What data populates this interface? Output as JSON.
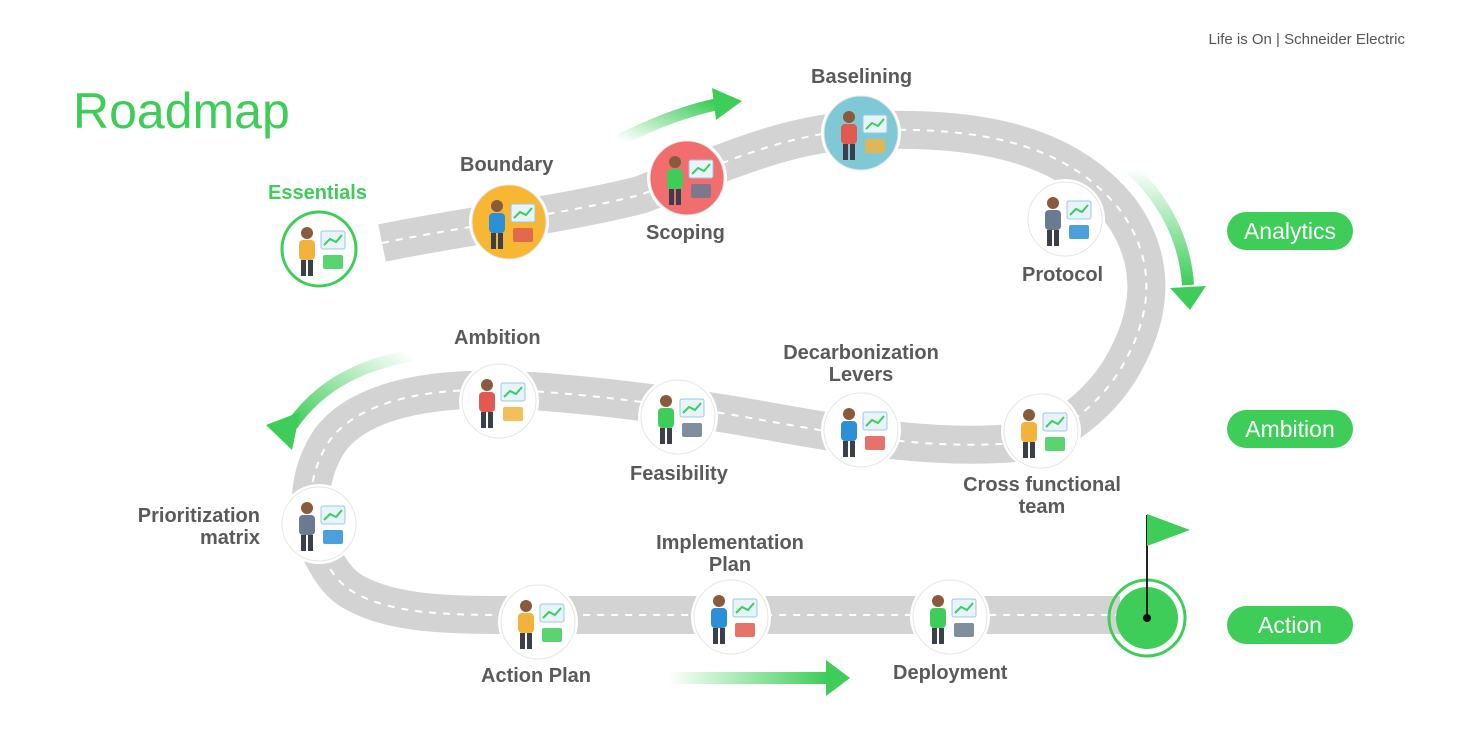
{
  "header": {
    "brand_line": "Life is On | Schneider Electric"
  },
  "title": "Roadmap",
  "colors": {
    "accent": "#3dcd58",
    "road": "#d3d3d3",
    "label": "#5a5a5a"
  },
  "milestones": [
    {
      "label": "Essentials",
      "icon": "handshake-people-icon"
    },
    {
      "label": "Boundary",
      "icon": "person-presenting-icon"
    },
    {
      "label": "Scoping",
      "icon": "person-laptop-icon"
    },
    {
      "label": "Baselining",
      "icon": "person-chart-icon"
    },
    {
      "label": "Protocol",
      "icon": "person-board-icon"
    },
    {
      "label": "Cross functional team",
      "icon": "team-gears-icon"
    },
    {
      "label": "Decarbonization Levers",
      "icon": "wind-turbine-bulb-icon"
    },
    {
      "label": "Feasibility",
      "icon": "person-document-icon"
    },
    {
      "label": "Ambition",
      "icon": "co2-cloud-icon"
    },
    {
      "label": "Prioritization matrix",
      "icon": "factory-smoke-icon"
    },
    {
      "label": "Action Plan",
      "icon": "checklist-hourglass-icon"
    },
    {
      "label": "Implementation Plan",
      "icon": "screen-plan-icon"
    },
    {
      "label": "Deployment",
      "icon": "person-desk-icon"
    }
  ],
  "phases": [
    "Analytics",
    "Ambition",
    "Action"
  ]
}
